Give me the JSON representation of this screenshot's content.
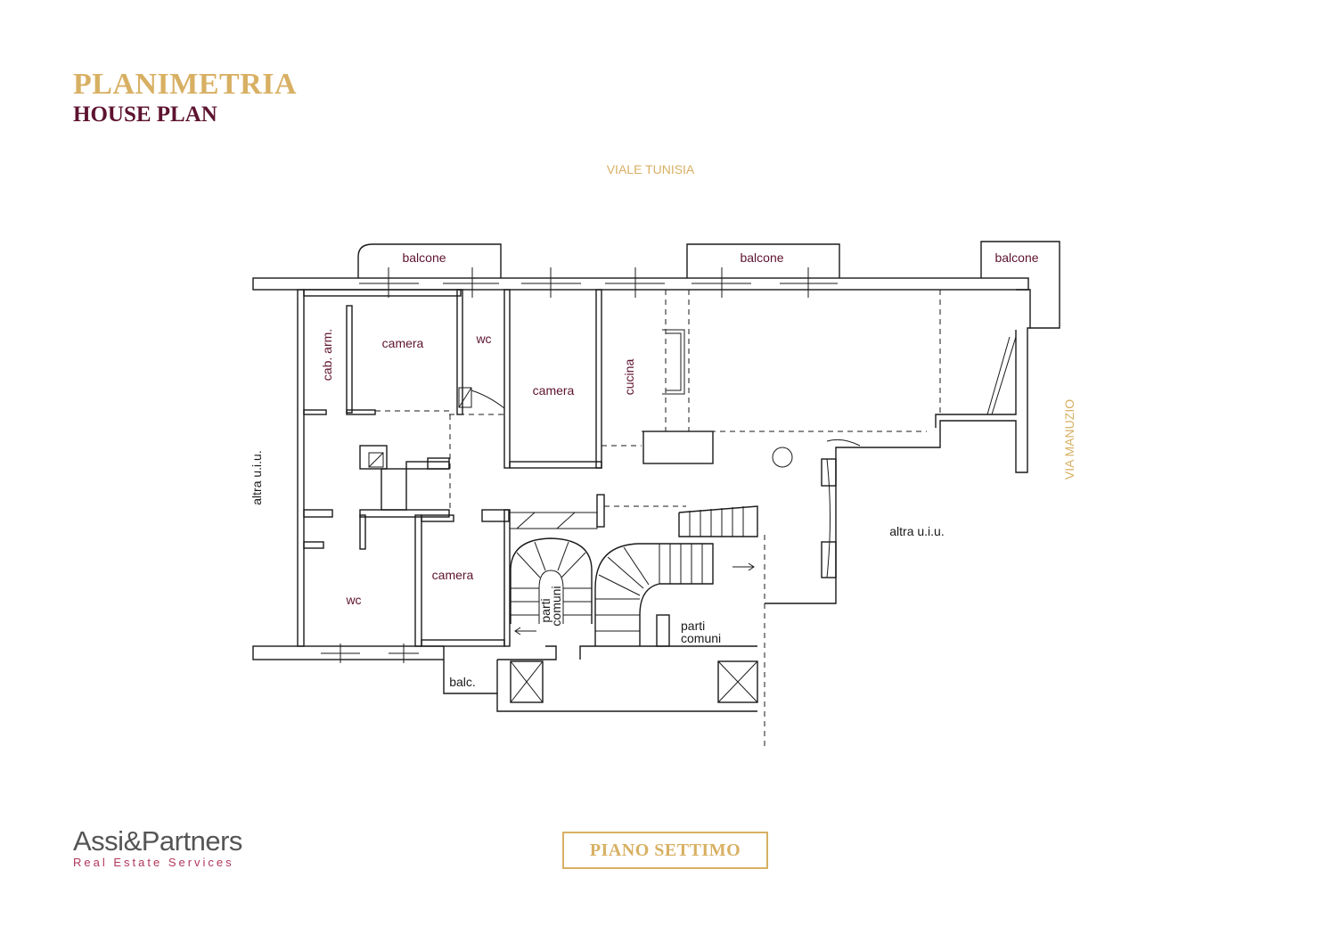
{
  "header": {
    "title": "PLANIMETRIA",
    "subtitle": "HOUSE PLAN"
  },
  "streets": {
    "north": "VIALE TUNISIA",
    "east": "VIA MANUZIO"
  },
  "rooms": {
    "balcone_1": "balcone",
    "balcone_2": "balcone",
    "balcone_3": "balcone",
    "camera_1": "camera",
    "camera_2": "camera",
    "camera_3": "camera",
    "wc_1": "wc",
    "wc_2": "wc",
    "cucina": "cucina",
    "cab_arm": "cab. arm.",
    "balc": "balc.",
    "altra_left": "altra u.i.u.",
    "altra_right": "altra u.i.u."
  },
  "common_areas": {
    "parti_1_line1": "parti",
    "parti_1_line2": "comuni",
    "parti_2_line1": "parti",
    "parti_2_line2": "comuni"
  },
  "branding": {
    "name": "Assi&Partners",
    "tagline": "Real Estate Services"
  },
  "floor": {
    "label": "PIANO SETTIMO"
  },
  "colors": {
    "gold": "#d8b063",
    "burgundy": "#5e1330",
    "brand_pink": "#b2365a",
    "line": "#1a1a1a"
  }
}
